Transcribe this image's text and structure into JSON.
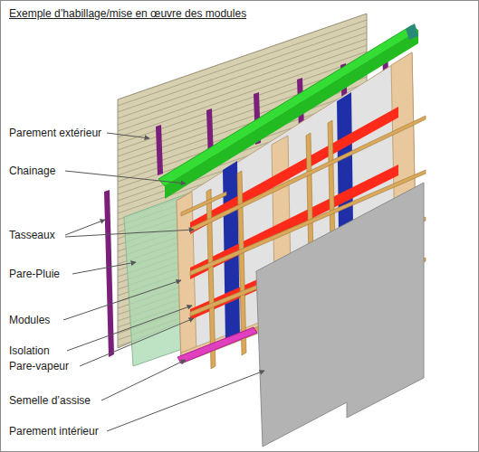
{
  "diagram": {
    "title": "Exemple d’habillage/mise en œuvre des modules",
    "labels": [
      "Parement extérieur",
      "Chainage",
      "Tasseaux",
      "Pare-Pluie",
      "Modules",
      "Isolation",
      "Pare-vapeur",
      "Semelle d’assise",
      "Parement intérieur"
    ]
  }
}
